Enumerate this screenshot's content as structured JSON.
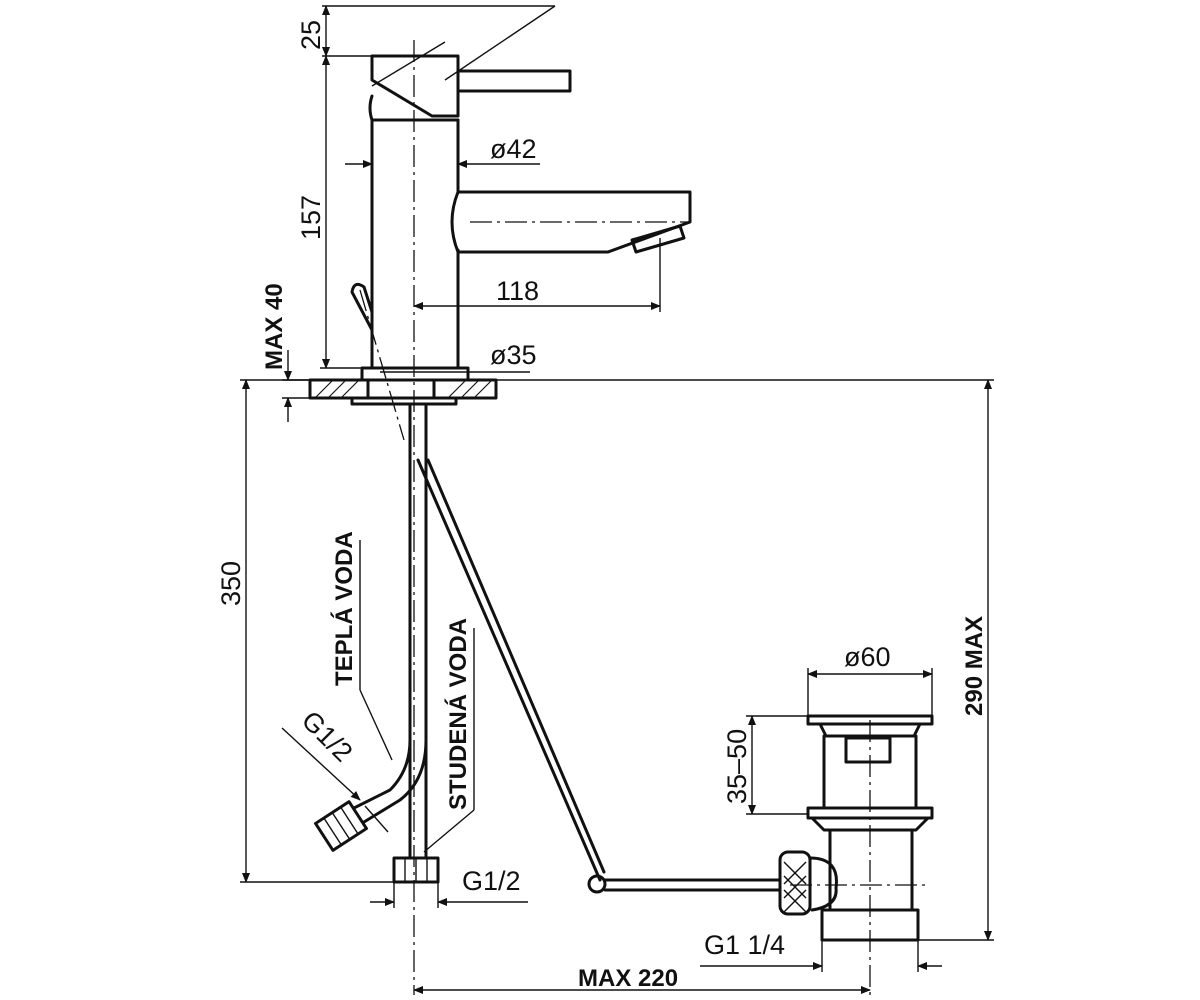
{
  "dimensions": {
    "lever_height": "25",
    "body_height": "157",
    "body_diameter": "ø42",
    "spout_reach": "118",
    "max_thickness": "MAX 40",
    "base_diameter": "ø35",
    "hose_length": "350",
    "drain_height": "290 MAX",
    "plug_diameter": "ø60",
    "drain_range": "35–50",
    "hose_thread": "G1/2",
    "supply_thread": "G1/2",
    "waste_thread": "G1 1/4",
    "max_reach": "MAX 220"
  },
  "labels": {
    "hot_water": "TEPLÁ VODA",
    "cold_water": "STUDENÁ VODA"
  }
}
